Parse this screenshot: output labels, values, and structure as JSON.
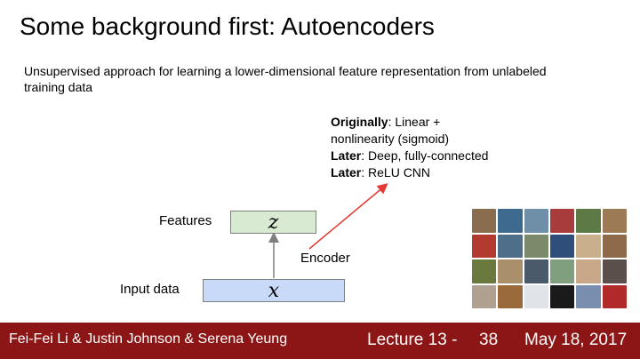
{
  "slide": {
    "title": "Some background first: Autoencoders",
    "subtitle": "Unsupervised approach for learning a lower-dimensional feature representation from unlabeled training data",
    "notes": [
      {
        "bold": "Originally",
        "rest": ": Linear +"
      },
      {
        "bold": "",
        "rest": "nonlinearity (sigmoid)"
      },
      {
        "bold": "Later",
        "rest": ": Deep, fully-connected"
      },
      {
        "bold": "Later",
        "rest": ": ReLU CNN"
      }
    ]
  },
  "diagram": {
    "features_label": "Features",
    "input_label": "Input data",
    "encoder_label": "Encoder",
    "z_symbol": "z",
    "x_symbol": "x",
    "arrow_colors": {
      "encoder": "#e53935",
      "flow": "#7f7f7f"
    }
  },
  "image_grid": {
    "tiles": [
      "#8a6d4e",
      "#3f6a8f",
      "#6f8fa8",
      "#a83c3c",
      "#5d7a46",
      "#9c7a55",
      "#b33a2f",
      "#4f6e8a",
      "#7a8a6a",
      "#2f4f7a",
      "#c9b08a",
      "#8f6a4a",
      "#6a7a3f",
      "#a98f6a",
      "#4a5a6a",
      "#7f9f7f",
      "#c8a888",
      "#5a4f4a",
      "#b0a090",
      "#9a6a3a",
      "#e0e4e8",
      "#1a1a1a",
      "#7a8fb0",
      "#b02a2a"
    ]
  },
  "footer": {
    "names": "Fei-Fei Li & Justin Johnson & Serena Yeung",
    "lecture": "Lecture 13 -",
    "page": "38",
    "date": "May 18, 2017",
    "background": "#8c1515"
  }
}
